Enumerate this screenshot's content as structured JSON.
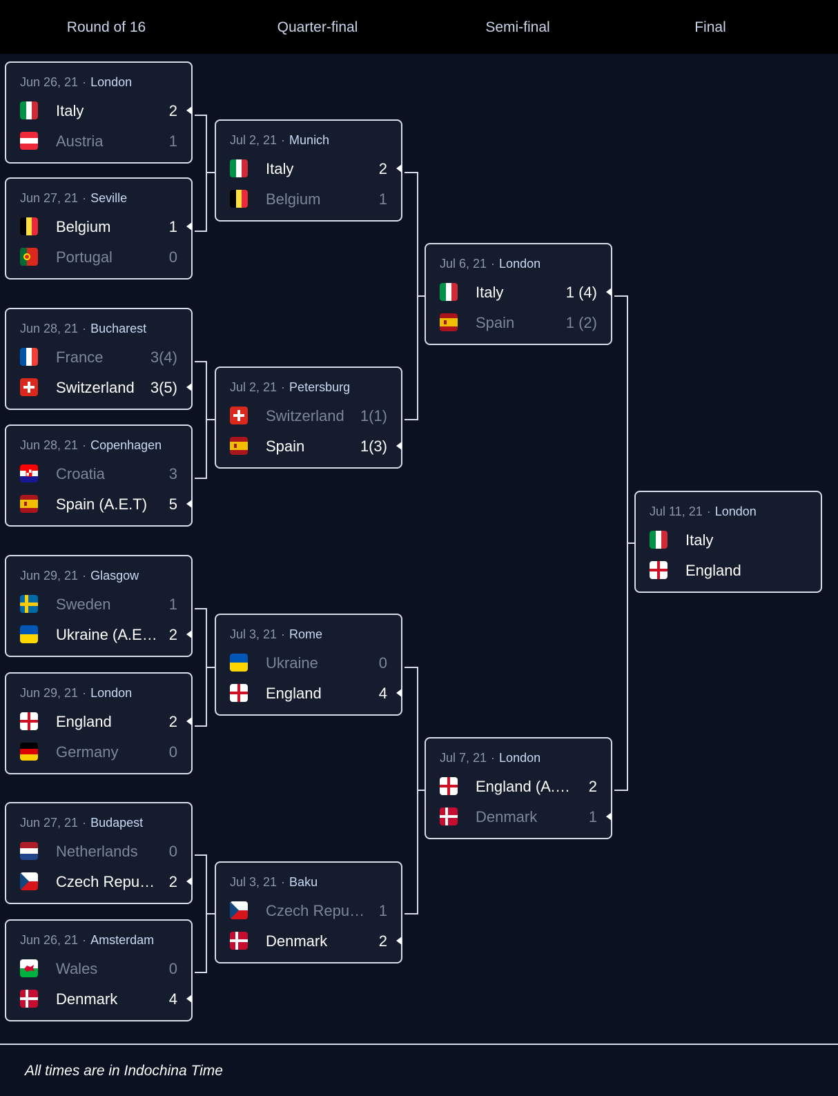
{
  "rounds": [
    "Round of 16",
    "Quarter-final",
    "Semi-final",
    "Final"
  ],
  "footer": "All times are in Indochina Time",
  "separator": "·",
  "matches": {
    "r16_1": {
      "date": "Jun 26, 21",
      "venue": "London",
      "t1": {
        "name": "Italy",
        "flag": "italy-flag",
        "score": "2",
        "winner": true
      },
      "t2": {
        "name": "Austria",
        "flag": "austria-flag",
        "score": "1",
        "winner": false
      }
    },
    "r16_2": {
      "date": "Jun 27, 21",
      "venue": "Seville",
      "t1": {
        "name": "Belgium",
        "flag": "belgium-flag",
        "score": "1",
        "winner": true
      },
      "t2": {
        "name": "Portugal",
        "flag": "portugal-flag",
        "score": "0",
        "winner": false
      }
    },
    "r16_3": {
      "date": "Jun 28, 21",
      "venue": "Bucharest",
      "t1": {
        "name": "France",
        "flag": "france-flag",
        "score": "3(4)",
        "winner": false
      },
      "t2": {
        "name": "Switzerland",
        "flag": "switzerland-flag",
        "score": "3(5)",
        "winner": true
      }
    },
    "r16_4": {
      "date": "Jun 28, 21",
      "venue": "Copenhagen",
      "t1": {
        "name": "Croatia",
        "flag": "croatia-flag",
        "score": "3",
        "winner": false
      },
      "t2": {
        "name": "Spain (A.E.T)",
        "flag": "spain-flag",
        "score": "5",
        "winner": true
      }
    },
    "r16_5": {
      "date": "Jun 29, 21",
      "venue": "Glasgow",
      "t1": {
        "name": "Sweden",
        "flag": "sweden-flag",
        "score": "1",
        "winner": false
      },
      "t2": {
        "name": "Ukraine (A.E.T)",
        "flag": "ukraine-flag",
        "score": "2",
        "winner": true
      }
    },
    "r16_6": {
      "date": "Jun 29, 21",
      "venue": "London",
      "t1": {
        "name": "England",
        "flag": "england-flag",
        "score": "2",
        "winner": true
      },
      "t2": {
        "name": "Germany",
        "flag": "germany-flag",
        "score": "0",
        "winner": false
      }
    },
    "r16_7": {
      "date": "Jun 27, 21",
      "venue": "Budapest",
      "t1": {
        "name": "Netherlands",
        "flag": "netherlands-flag",
        "score": "0",
        "winner": false
      },
      "t2": {
        "name": "Czech Republic",
        "flag": "czech-flag",
        "score": "2",
        "winner": true
      }
    },
    "r16_8": {
      "date": "Jun 26, 21",
      "venue": "Amsterdam",
      "t1": {
        "name": "Wales",
        "flag": "wales-flag",
        "score": "0",
        "winner": false
      },
      "t2": {
        "name": "Denmark",
        "flag": "denmark-flag",
        "score": "4",
        "winner": true
      }
    },
    "qf_1": {
      "date": "Jul 2, 21",
      "venue": "Munich",
      "t1": {
        "name": "Italy",
        "flag": "italy-flag",
        "score": "2",
        "winner": true
      },
      "t2": {
        "name": "Belgium",
        "flag": "belgium-flag",
        "score": "1",
        "winner": false
      }
    },
    "qf_2": {
      "date": "Jul 2, 21",
      "venue": "Petersburg",
      "t1": {
        "name": "Switzerland",
        "flag": "switzerland-flag",
        "score": "1(1)",
        "winner": false
      },
      "t2": {
        "name": "Spain",
        "flag": "spain-flag",
        "score": "1(3)",
        "winner": true
      }
    },
    "qf_3": {
      "date": "Jul 3, 21",
      "venue": "Rome",
      "t1": {
        "name": "Ukraine",
        "flag": "ukraine-flag",
        "score": "0",
        "winner": false
      },
      "t2": {
        "name": "England",
        "flag": "england-flag",
        "score": "4",
        "winner": true
      }
    },
    "qf_4": {
      "date": "Jul 3, 21",
      "venue": "Baku",
      "t1": {
        "name": "Czech Republic",
        "flag": "czech-flag",
        "score": "1",
        "winner": false
      },
      "t2": {
        "name": "Denmark",
        "flag": "denmark-flag",
        "score": "2",
        "winner": true
      }
    },
    "sf_1": {
      "date": "Jul 6, 21",
      "venue": "London",
      "t1": {
        "name": "Italy",
        "flag": "italy-flag",
        "score": "1 (4)",
        "winner": true
      },
      "t2": {
        "name": "Spain",
        "flag": "spain-flag",
        "score": "1 (2)",
        "winner": false
      }
    },
    "sf_2": {
      "date": "Jul 7, 21",
      "venue": "London",
      "t1": {
        "name": "England (A.E.T)",
        "flag": "england-flag",
        "score": "2",
        "winner": true,
        "arrow": false
      },
      "t2": {
        "name": "Denmark",
        "flag": "denmark-flag",
        "score": "1",
        "winner": false,
        "arrow": true
      }
    },
    "final": {
      "date": "Jul 11, 21",
      "venue": "London",
      "t1": {
        "name": "Italy",
        "flag": "italy-flag",
        "score": "",
        "winner": true,
        "arrow": false
      },
      "t2": {
        "name": "England",
        "flag": "england-flag",
        "score": "",
        "winner": true,
        "arrow": false
      }
    }
  }
}
